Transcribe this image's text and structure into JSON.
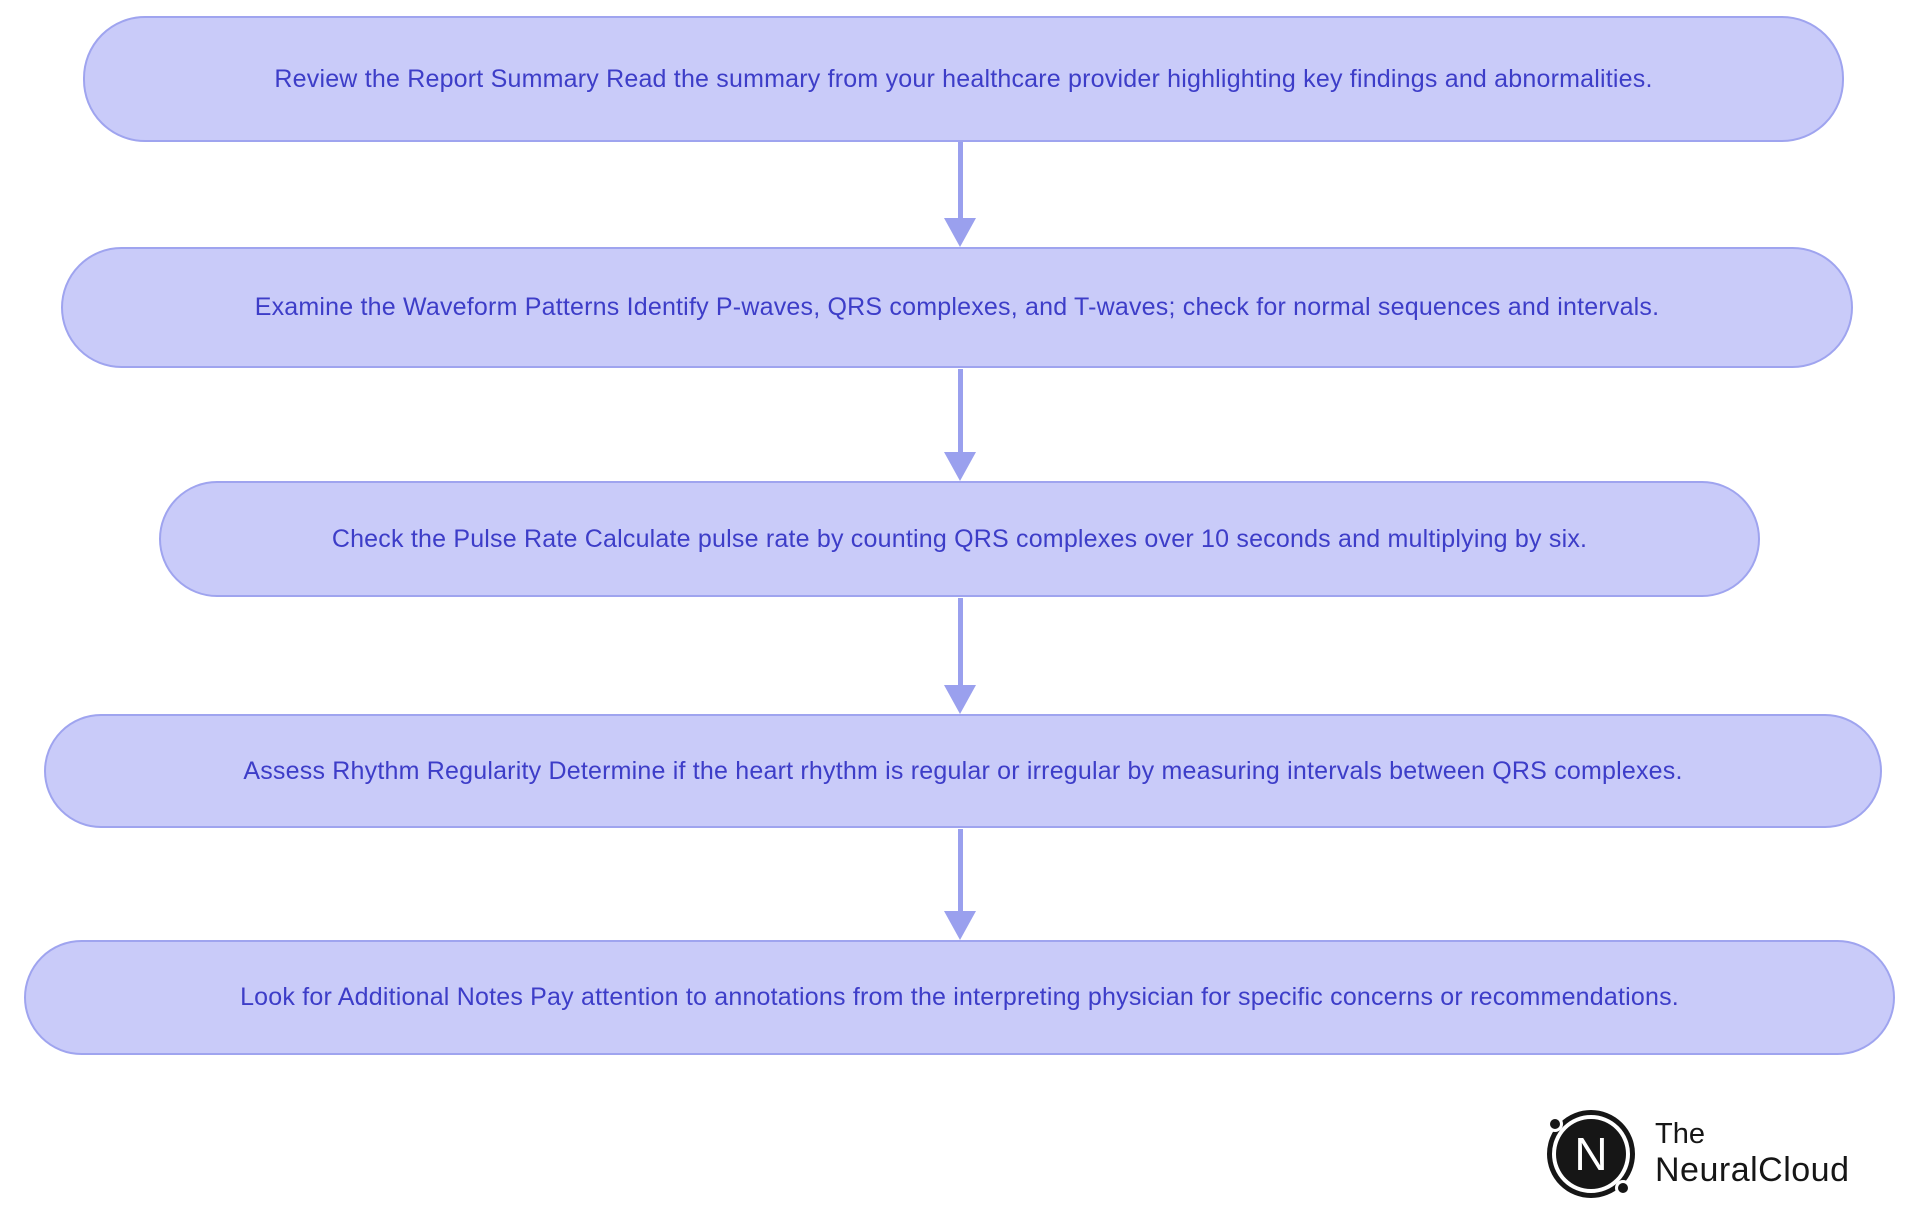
{
  "colors": {
    "box-fill": "#c9cbf9",
    "box-border": "#9fa4ef",
    "step-text": "#3d3dc8",
    "arrow": "#9aa0ee",
    "logo-text": "#161616",
    "bg": "#ffffff"
  },
  "steps": [
    {
      "text": "Review the Report Summary Read the summary from your healthcare provider highlighting key findings and abnormalities."
    },
    {
      "text": "Examine the Waveform Patterns Identify P-waves, QRS complexes, and T-waves; check for normal sequences and intervals."
    },
    {
      "text": "Check the Pulse Rate Calculate pulse rate by counting QRS complexes over 10 seconds and multiplying by six."
    },
    {
      "text": "Assess Rhythm Regularity Determine if the heart rhythm is regular or irregular by measuring intervals between QRS complexes."
    },
    {
      "text": "Look for Additional Notes Pay attention to annotations from the interpreting physician for specific concerns or recommendations."
    }
  ],
  "logo": {
    "icon_letter": "N",
    "line1": "The",
    "line2": "NeuralCloud"
  }
}
